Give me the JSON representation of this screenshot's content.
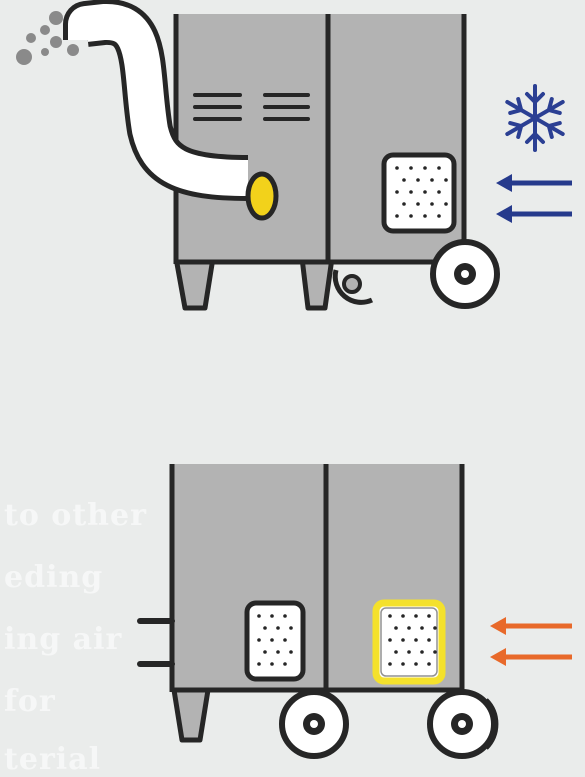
{
  "diagram": {
    "panels": [
      {
        "id": "top-unit",
        "description_hidden": true
      },
      {
        "id": "bottom-unit",
        "description_hidden": true
      }
    ],
    "colors": {
      "background": "#eaeceb",
      "machine_body": "#b3b3b3",
      "outline": "#262626",
      "duct": "#ffffff",
      "duct_outlet": "#f2d21b",
      "cold_arrow": "#263a8c",
      "snowflake": "#2b3f93",
      "warm_arrow": "#e8692a",
      "filter_highlight": "#f4e12c",
      "dust": "#888888"
    },
    "icons": [
      "snowflake-icon",
      "dust-particles-icon",
      "arrow-left-icon"
    ]
  },
  "faint_text_lines": [
    "to other",
    "eding",
    "ing air",
    "for",
    "terial"
  ]
}
